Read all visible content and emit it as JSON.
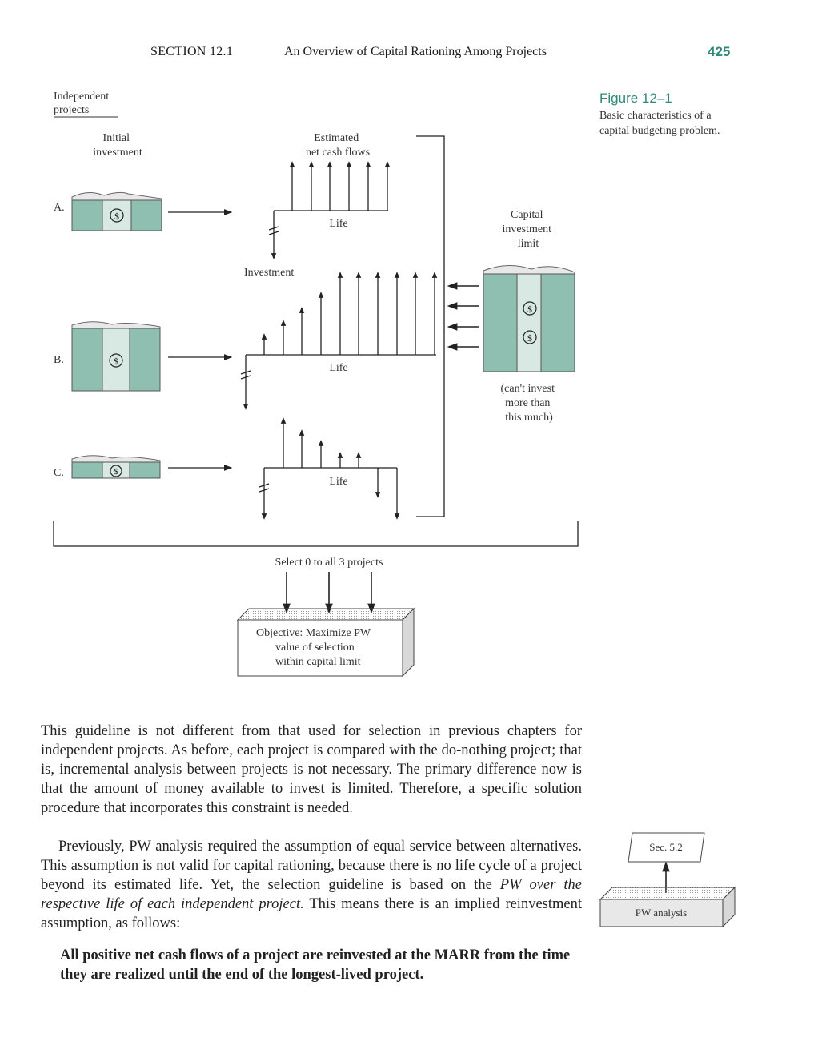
{
  "header": {
    "section": "SECTION 12.1",
    "title": "An Overview of Capital Rationing Among Projects",
    "page_number": "425"
  },
  "figure": {
    "label": "Figure 12–1",
    "caption": "Basic characteristics of a capital budgeting problem.",
    "heading_independent": "Independent projects",
    "col_initial": [
      "Initial",
      "investment"
    ],
    "col_estimated": [
      "Estimated",
      "net cash flows"
    ],
    "projects": [
      {
        "letter": "A.",
        "life_label": "Life"
      },
      {
        "letter": "B.",
        "life_label": "Life"
      },
      {
        "letter": "C.",
        "life_label": "Life"
      }
    ],
    "investment_label": "Investment",
    "capital_limit": [
      "Capital",
      "investment",
      "limit"
    ],
    "cant_invest": [
      "(can't invest",
      "more than",
      "this much)"
    ],
    "select_label": "Select 0 to all 3 projects",
    "objective": [
      "Objective: Maximize PW",
      "value of selection",
      "within capital limit"
    ],
    "dollar_sign": "$",
    "money_band": "$"
  },
  "paragraphs": [
    "This guideline is not different from that used for selection in previous chapters for independent projects. As before, each project is compared with the do-nothing project; that is, incremental analysis between projects is not necessary. The primary difference now is that the amount of money available to invest is limited. Therefore, a specific solution procedure that incorporates this constraint is needed."
  ],
  "paragraph2": {
    "text_before": "Previously, PW analysis required the assumption of equal service between alternatives. This assumption is not valid for capital rationing, because there is no life cycle of a project beyond its estimated life. Yet, the selection guideline is based on the ",
    "italic": "PW over the respective life of each independent project.",
    "text_after": " This means there is an implied reinvestment assumption, as follows:"
  },
  "bold_statement": "All positive net cash flows of a project are reinvested at the MARR from the time they are realized until the end of the longest-lived project.",
  "margin_note": {
    "top_box": "Sec. 5.2",
    "bottom_box": "PW analysis"
  },
  "colors": {
    "accent": "#2f8a7a",
    "money_green": "#8fbfb0",
    "money_light": "#d8e8e2"
  }
}
